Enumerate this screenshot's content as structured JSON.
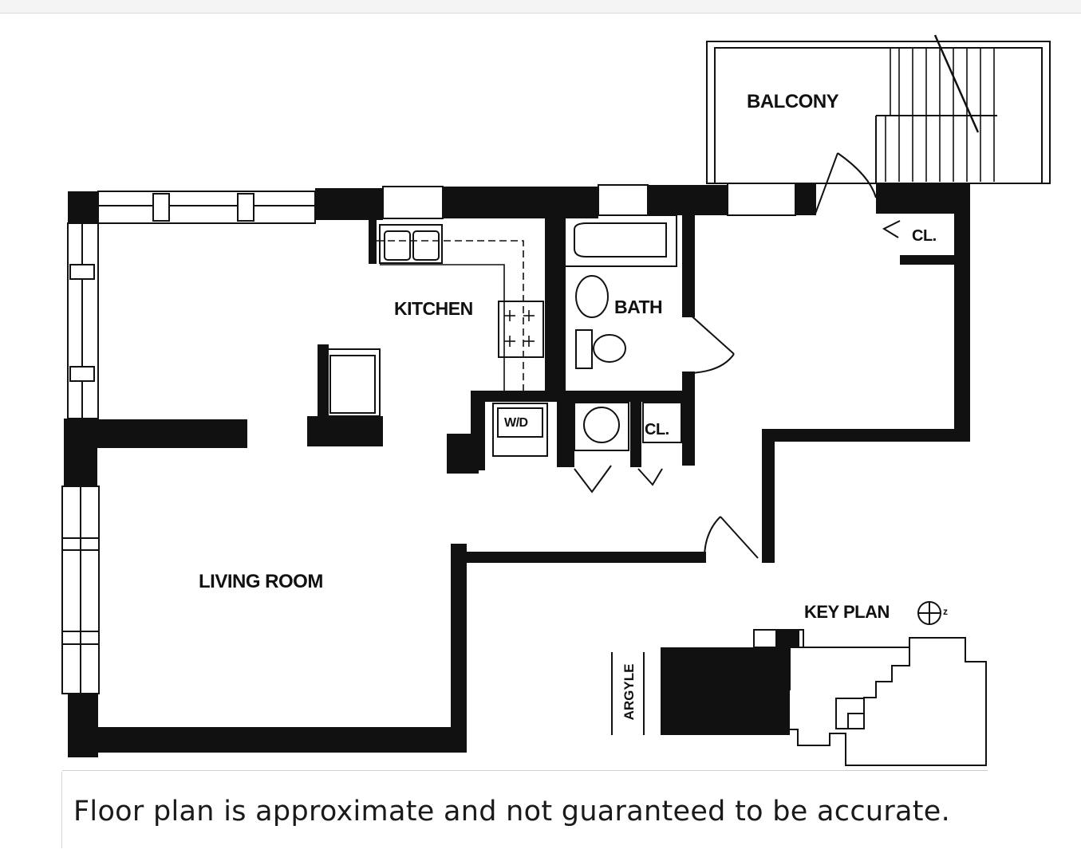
{
  "rooms": {
    "balcony": "BALCONY",
    "kitchen": "KITCHEN",
    "bath": "BATH",
    "closet_entry": "CL.",
    "closet_hall": "CL.",
    "washer_dryer": "W/D",
    "living_room": "LIVING ROOM"
  },
  "key_plan": {
    "title": "KEY PLAN",
    "street": "ARGYLE",
    "compass_letter": "z"
  },
  "caption": "Floor plan is approximate and not guaranteed to be accurate.",
  "colors": {
    "ink": "#111111",
    "paper": "#ffffff"
  }
}
